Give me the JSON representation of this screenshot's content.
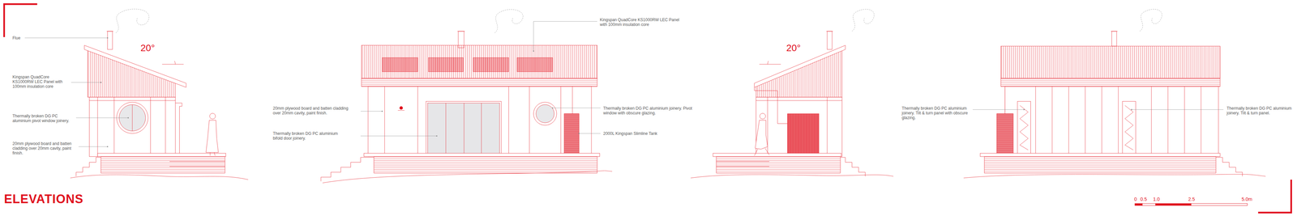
{
  "diagram": {
    "title": "ELEVATIONS",
    "labels": [
      "Flue",
      "Kingspan QuadCore KS1000RW LEC Panel with 100mm insulation core",
      "Thermally broken DG PC aluminium pivot window joinery.",
      "20mm plywood board and batten cladding over 20mm cavity, paint finish.",
      "20°",
      "Kingspan QuadCore KS1000RW LEC Panel with 100mm insulation core",
      "20mm plywood board and batten cladding over 20mm cavity, paint finish.",
      "Thermally broken DG PC aluminium bifold door joinery.",
      "Thermally broken DG PC aluminium joinery. Pivot window with obscure glazing.",
      "2000L Kingspan Slimline Tank",
      "20°",
      "Thermally broken DG PC aluminium joinery. Tilt & turn panel with obscure glazing.",
      "Thermally broken DG PC aluminium joinery. Tilt & turn panel.",
      "0",
      "0.5",
      "1.0",
      "2.5",
      "5.0m"
    ]
  }
}
